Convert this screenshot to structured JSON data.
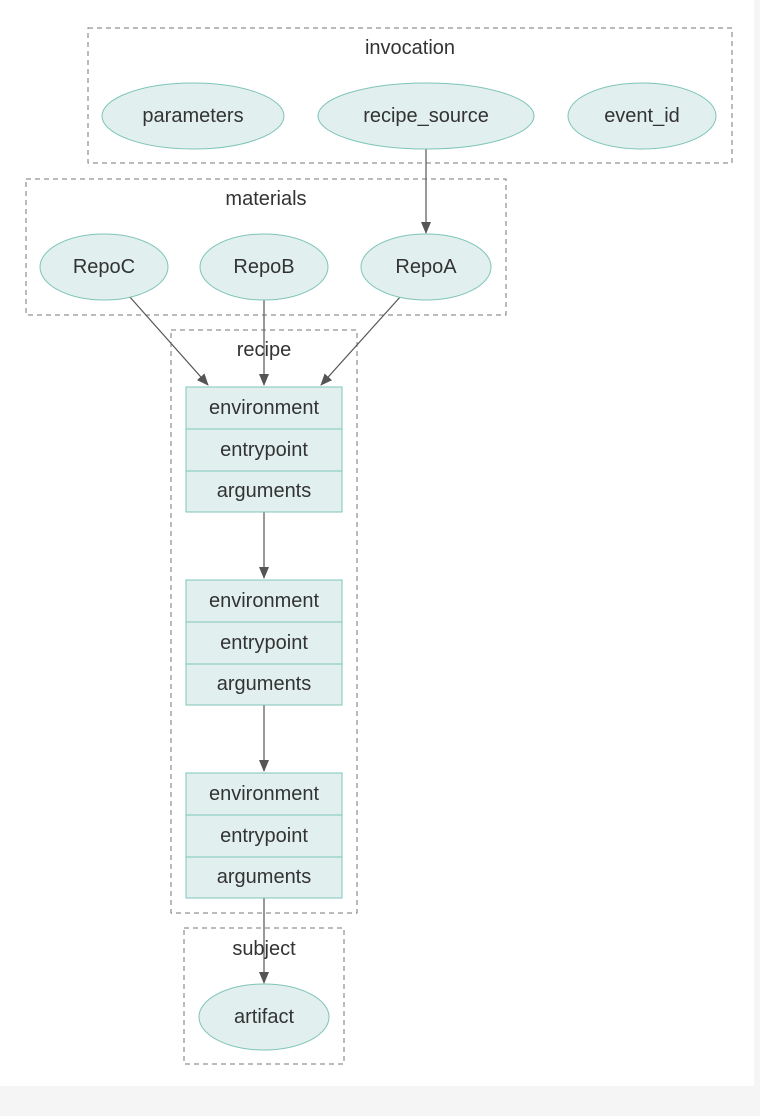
{
  "colors": {
    "node_fill": "#e1f0ef",
    "node_stroke": "#7fc4b8",
    "edge": "#555555",
    "cluster_border": "#777777",
    "text": "#333333"
  },
  "clusters": {
    "invocation": {
      "label": "invocation",
      "nodes": {
        "parameters": "parameters",
        "recipe_source": "recipe_source",
        "event_id": "event_id"
      }
    },
    "materials": {
      "label": "materials",
      "nodes": {
        "repo_c": "RepoC",
        "repo_b": "RepoB",
        "repo_a": "RepoA"
      }
    },
    "recipe": {
      "label": "recipe",
      "steps": [
        {
          "environment": "environment",
          "entrypoint": "entrypoint",
          "arguments": "arguments"
        },
        {
          "environment": "environment",
          "entrypoint": "entrypoint",
          "arguments": "arguments"
        },
        {
          "environment": "environment",
          "entrypoint": "entrypoint",
          "arguments": "arguments"
        }
      ]
    },
    "subject": {
      "label": "subject",
      "nodes": {
        "artifact": "artifact"
      }
    }
  },
  "edges": [
    {
      "from": "recipe_source",
      "to": "RepoA"
    },
    {
      "from": "RepoC",
      "to": "recipe step 1"
    },
    {
      "from": "RepoB",
      "to": "recipe step 1"
    },
    {
      "from": "RepoA",
      "to": "recipe step 1"
    },
    {
      "from": "recipe step 1",
      "to": "recipe step 2"
    },
    {
      "from": "recipe step 2",
      "to": "recipe step 3"
    },
    {
      "from": "recipe step 3",
      "to": "artifact"
    }
  ]
}
